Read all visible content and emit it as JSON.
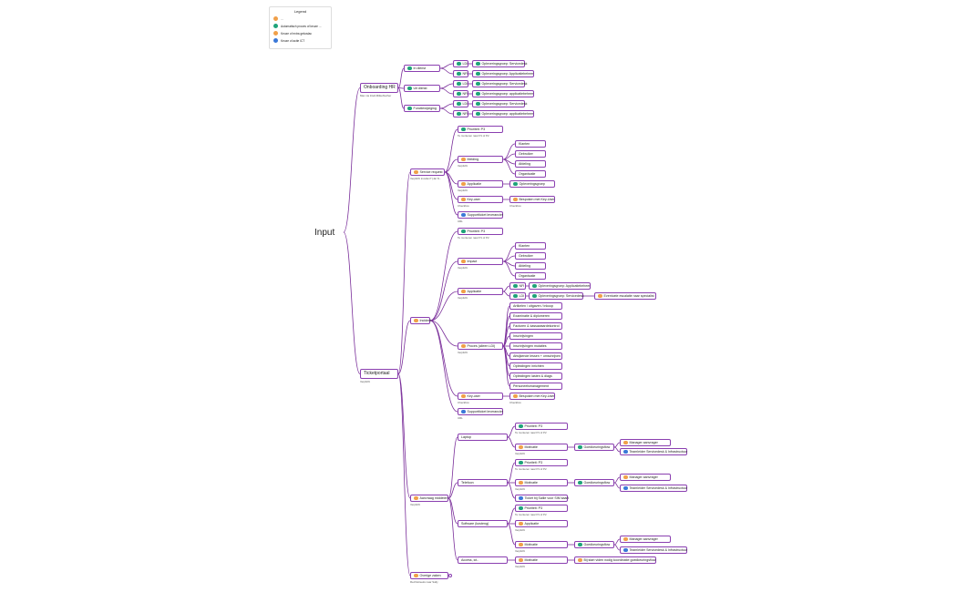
{
  "legend": {
    "title": "Legend",
    "items": [
      {
        "label": "...",
        "icon": "orange-dot-icon",
        "color": "#f0a04a"
      },
      {
        "label": "Automatisch proces of keuze ...",
        "icon": "green-dot-icon",
        "color": "#1fa37a"
      },
      {
        "label": "Keuze of extra gekoslac",
        "icon": "orange-dot-icon",
        "color": "#f0a04a"
      },
      {
        "label": "Keuze of actie ICT",
        "icon": "person-icon",
        "color": "#3a78d8"
      }
    ]
  },
  "root": {
    "label": "Input"
  },
  "nodes": [
    {
      "label": "Onboarding HR",
      "sub": "Max via Intell-Mitkehlucher"
    },
    {
      "label": "In dienst"
    },
    {
      "label": "LDI"
    },
    {
      "label": "Opleveringsgroep: Servicedesk"
    },
    {
      "label": "NFI"
    },
    {
      "label": "Opleveringsgroep: Applicatiebeheer"
    },
    {
      "label": "Uit dienst"
    },
    {
      "label": "LDI"
    },
    {
      "label": "Opleveringsgroep: Servicedesk"
    },
    {
      "label": "NFI"
    },
    {
      "label": "Opleveringsgroep: applicatiebeheer"
    },
    {
      "label": "Functiewijziging"
    },
    {
      "label": "LDI"
    },
    {
      "label": "Opleveringsgroep: Servicedesk"
    },
    {
      "label": "NFI"
    },
    {
      "label": "Opleveringsgroep: applicatiebeheer"
    },
    {
      "label": "Ticketportaal",
      "sub": "Verplicht"
    },
    {
      "label": "Service request",
      "sub": "Verplicht invullen? (Ja/ N..."
    },
    {
      "label": "Prioriteit: P3",
      "sub": "Te monteren naar P1 of P2"
    },
    {
      "label": "Melding",
      "sub": "Verplicht"
    },
    {
      "label": "Klanten"
    },
    {
      "label": "Gebruiker"
    },
    {
      "label": "Afdeling"
    },
    {
      "label": "Organisatie"
    },
    {
      "label": "Applicatie",
      "sub": "Verplicht"
    },
    {
      "label": "Opleveringsgroep"
    },
    {
      "label": "Key-user",
      "sub": "Checkbox"
    },
    {
      "label": "Bespoken met Key-User",
      "sub": "Checkbox"
    },
    {
      "label": "Supportticket leverancier",
      "sub": "URL"
    },
    {
      "label": "Incident"
    },
    {
      "label": "Prioriteit: P3",
      "sub": "Te monteren naar P1 of P2"
    },
    {
      "label": "Impact",
      "sub": "Verplicht"
    },
    {
      "label": "Klanten"
    },
    {
      "label": "Gebruiker"
    },
    {
      "label": "Afdeling"
    },
    {
      "label": "Organisatie"
    },
    {
      "label": "Applicatie",
      "sub": "Verplicht"
    },
    {
      "label": "NFI"
    },
    {
      "label": "Opleveringsgroep: Applicatiebeheer"
    },
    {
      "label": "LDI"
    },
    {
      "label": "Opleveringsgroep: Servicedesk"
    },
    {
      "label": "Eventuele escalatie naar specialist"
    },
    {
      "label": "Proces (alleen LDI)",
      "sub": "Verplicht"
    },
    {
      "label": "Artikelen / uitgaven / inkoop"
    },
    {
      "label": "Examinatie & diplomeren"
    },
    {
      "label": "Facturen & kassawaardekontrol"
    },
    {
      "label": "Inschrijvingen"
    },
    {
      "label": "Inschrijvingen mutaties"
    },
    {
      "label": "Afwijkende lessen + omschrijven"
    },
    {
      "label": "Opleidingen inrichten"
    },
    {
      "label": "Opleidingen lasten & dlags"
    },
    {
      "label": "Personeelsmanagement"
    },
    {
      "label": "Key-user",
      "sub": "Checkbox"
    },
    {
      "label": "Bespoken met Key-User",
      "sub": "Checkbox"
    },
    {
      "label": "Supportticket leverancier",
      "sub": "URL"
    },
    {
      "label": "Aanvraag middelen",
      "sub": "Verplicht"
    },
    {
      "label": "Laptop"
    },
    {
      "label": "Prioriteit: P3",
      "sub": "Te monteren naar P1 of P2"
    },
    {
      "label": "Motivatie",
      "sub": "Verplicht"
    },
    {
      "label": "Goedkeuringsflow"
    },
    {
      "label": "Manager aanvrager"
    },
    {
      "label": "Teamleider Servicedesk & Infrastructuur"
    },
    {
      "label": "Telefoon"
    },
    {
      "label": "Prioriteit: P3",
      "sub": "Te monteren naar P1 of P2"
    },
    {
      "label": "Motivatie",
      "sub": "Verplicht"
    },
    {
      "label": "Goedkeuringsflow"
    },
    {
      "label": "Manager aanvrager"
    },
    {
      "label": "Teamleider Servicedesk & Infrastructuur"
    },
    {
      "label": "Ticket bij Sallie voor SIM kaart"
    },
    {
      "label": "Software (kosteng)"
    },
    {
      "label": "Prioriteit: P3",
      "sub": "Te monteren naar P1 of P2"
    },
    {
      "label": "Applicatie",
      "sub": "Verplicht"
    },
    {
      "label": "Motivatie",
      "sub": "Verplicht"
    },
    {
      "label": "Goedkeuringsflow"
    },
    {
      "label": "Manager aanvrager"
    },
    {
      "label": "Teamleider Servicedesk & Infrastructuur"
    },
    {
      "label": "Access, ict.."
    },
    {
      "label": "Motivatie",
      "sub": "Verplicht"
    },
    {
      "label": "Bij start viden nodig koordinatie goedkeuringsflow"
    },
    {
      "label": "Overige zaken",
      "sub": "Rechtstreeks naar Sally"
    }
  ]
}
